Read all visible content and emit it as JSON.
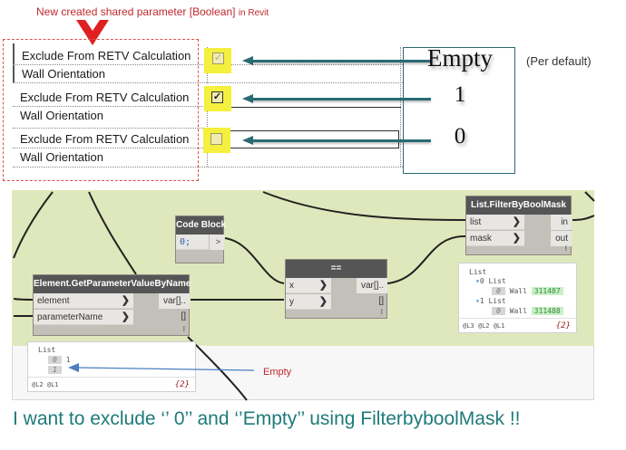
{
  "annotation": {
    "title_main": "New created shared parameter [Boolean]",
    "title_suffix": "in Revit",
    "accent_color": "#c0282d"
  },
  "revit_properties": {
    "rows": [
      {
        "param_label": "Exclude From RETV Calculation",
        "second_label": "Wall Orientation",
        "checkbox_state": "default-greyed",
        "checkbox_glyph": "✓",
        "legend_value": "Empty"
      },
      {
        "param_label": "Exclude From RETV Calculation",
        "second_label": "Wall Orientation",
        "checkbox_state": "checked",
        "checkbox_glyph": "✓",
        "legend_value": "1"
      },
      {
        "param_label": "Exclude From RETV Calculation",
        "second_label": "Wall Orientation",
        "checkbox_state": "unchecked",
        "checkbox_glyph": "",
        "legend_value": "0"
      }
    ],
    "legend_note": "(Per default)"
  },
  "dynamo": {
    "code_block": {
      "title": "Code Block",
      "code": "0;",
      "output_port": ">"
    },
    "get_param_node": {
      "title": "Element.GetParameterValueByName",
      "inputs": [
        "element",
        "parameterName"
      ],
      "output": "var[]..[]",
      "footer": "I"
    },
    "equals_node": {
      "title": "==",
      "inputs": [
        "x",
        "y"
      ],
      "output": "var[]..[]",
      "footer": "I"
    },
    "filter_node": {
      "title": "List.FilterByBoolMask",
      "inputs": [
        "list",
        "mask"
      ],
      "outputs": [
        "in",
        "out"
      ],
      "footer": "I"
    },
    "filter_watch": {
      "root": "List",
      "groups": [
        {
          "index": "0",
          "label": "List",
          "item_index": "0",
          "item_type": "Wall",
          "item_id": "311487"
        },
        {
          "index": "1",
          "label": "List",
          "item_index": "0",
          "item_type": "Wall",
          "item_id": "311488"
        }
      ],
      "levels": "@L3 @L2 @L1",
      "count": "{2}"
    },
    "param_watch": {
      "root": "List",
      "items": [
        {
          "index": "0",
          "value": "1"
        },
        {
          "index": "1",
          "value": ""
        }
      ],
      "levels": "@L2 @L1",
      "count": "{2}"
    },
    "empty_annotation": "Empty",
    "chevron_glyph": "❯"
  },
  "caption": {
    "text": "I want to exclude ‘’ 0’’ and  ‘’Empty’’  using FilterbyboolMask !!",
    "color": "#1e7a7a"
  }
}
